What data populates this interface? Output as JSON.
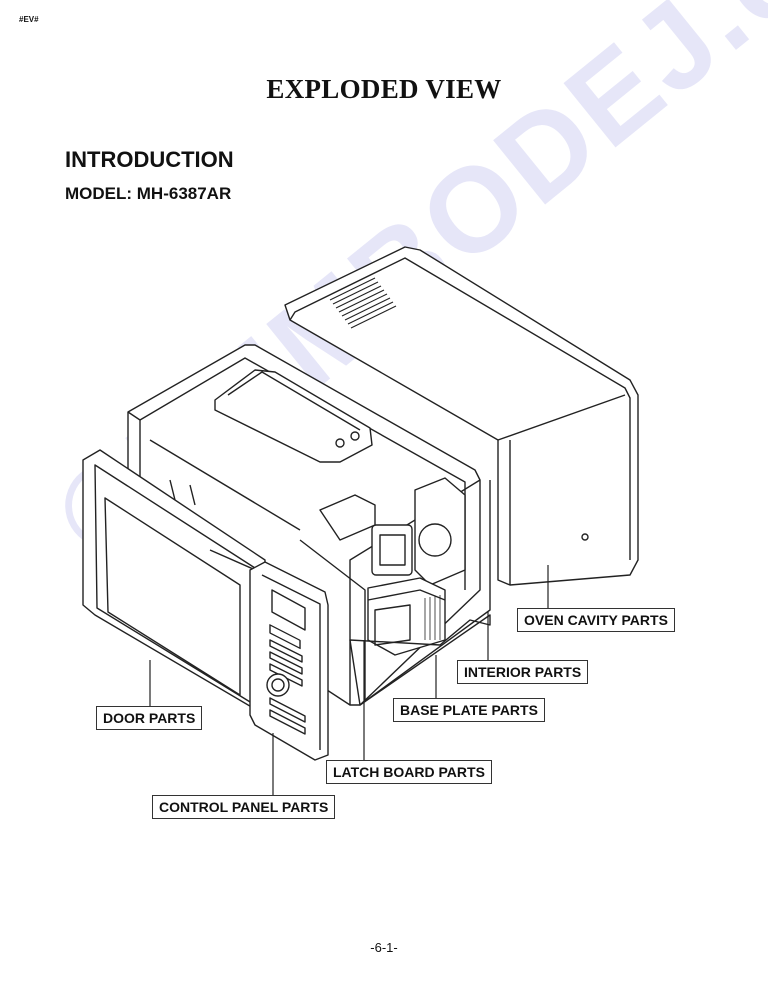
{
  "header": {
    "tag": "#EV#"
  },
  "title": "EXPLODED VIEW",
  "section": {
    "heading": "INTRODUCTION",
    "model": "MODEL: MH-6387AR"
  },
  "watermark": "©DUMBODEJ.cz",
  "labels": {
    "oven_cavity": "OVEN CAVITY PARTS",
    "interior": "INTERIOR PARTS",
    "base_plate": "BASE PLATE PARTS",
    "door": "DOOR PARTS",
    "latch_board": "LATCH BOARD PARTS",
    "control_panel": "CONTROL PANEL PARTS"
  },
  "footer": {
    "page": "-6-1-"
  }
}
